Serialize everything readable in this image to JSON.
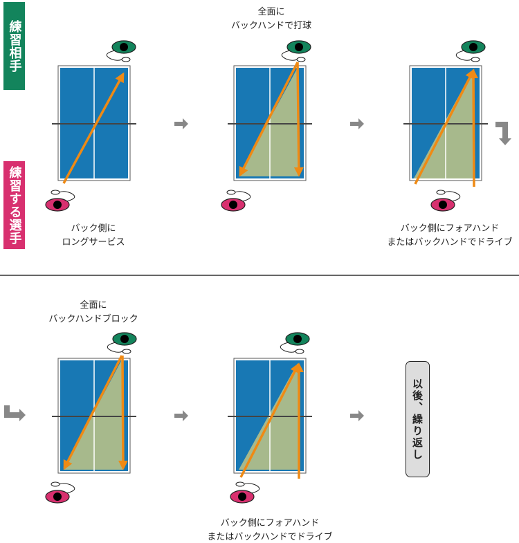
{
  "side_labels": {
    "opponent": "練習相手",
    "player": "練習する選手"
  },
  "steps": [
    {
      "caption": [
        "バック側に",
        "ロングサービス"
      ]
    },
    {
      "caption": [
        "全面に",
        "バックハンドで打球"
      ]
    },
    {
      "caption": [
        "バック側にフォアハンド",
        "またはバックハンドでドライブ"
      ]
    },
    {
      "caption": [
        "全面に",
        "バックハンドブロック"
      ]
    },
    {
      "caption": [
        "バック側にフォアハンド",
        "またはバックハンドでドライブ"
      ]
    }
  ],
  "repeat_label": "以後、繰り返し",
  "colors": {
    "opponent": "#13845c",
    "player": "#d8306f",
    "table": "#1878b4",
    "arrow": "#ef8a14",
    "shade": "#a7b98c",
    "step_arrow": "#888888"
  }
}
